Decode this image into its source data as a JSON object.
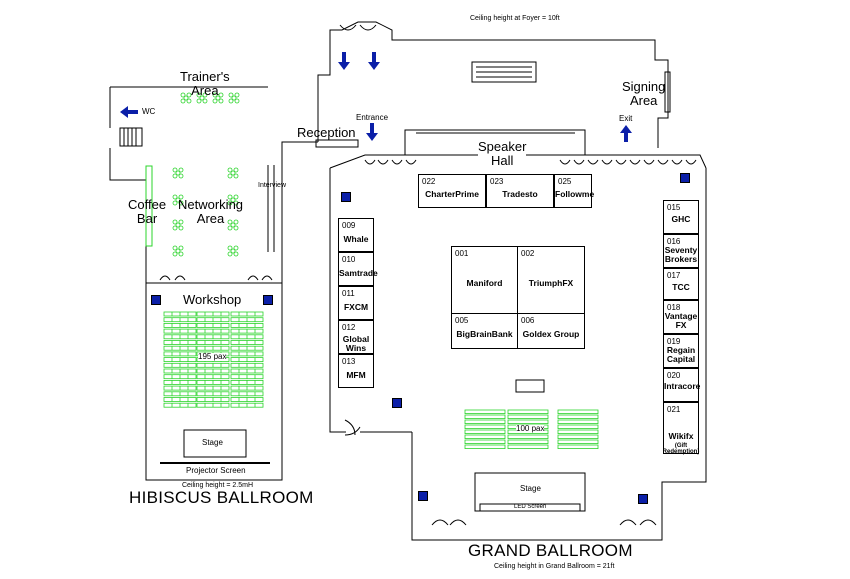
{
  "header": {
    "ceiling_foyer": "Ceiling height at Foyer = 10ft"
  },
  "labels": {
    "trainers_area": "Trainer's\nArea",
    "wc": "WC",
    "coffee_bar": "Coffee\nBar",
    "networking_area": "Networking\nArea",
    "interview": "Interview",
    "workshop": "Workshop",
    "workshop_pax": "195 pax",
    "stage": "Stage",
    "projector_screen": "Projector Screen",
    "ceiling_hibiscus": "Ceiling height = 2.5mH",
    "hibiscus_ballroom": "HIBISCUS BALLROOM",
    "reception": "Reception",
    "entrance": "Entrance",
    "exit": "Exit",
    "signing_area": "Signing\nArea",
    "speaker_hall": "Speaker\nHall",
    "hall_pax": "100 pax",
    "led_screen": "LED Screen",
    "grand_ballroom": "GRAND BALLROOM",
    "ceiling_grand": "Ceiling height in Grand Ballroom = 21ft"
  },
  "booths": {
    "top": [
      {
        "num": "022",
        "name": "CharterPrime"
      },
      {
        "num": "023",
        "name": "Tradesto"
      },
      {
        "num": "025",
        "name": "Followme"
      }
    ],
    "left": [
      {
        "num": "009",
        "name": "Whale"
      },
      {
        "num": "010",
        "name": "Samtrade"
      },
      {
        "num": "011",
        "name": "FXCM"
      },
      {
        "num": "012",
        "name": "Global Wins"
      },
      {
        "num": "013",
        "name": "MFM"
      }
    ],
    "center": [
      {
        "num": "001",
        "name": "Maniford"
      },
      {
        "num": "002",
        "name": "TriumphFX"
      },
      {
        "num": "005",
        "name": "BigBrainBank"
      },
      {
        "num": "006",
        "name": "Goldex Group"
      }
    ],
    "right": [
      {
        "num": "015",
        "name": "GHC"
      },
      {
        "num": "016",
        "name": "Seventy\nBrokers"
      },
      {
        "num": "017",
        "name": "TCC"
      },
      {
        "num": "018",
        "name": "Vantage\nFX"
      },
      {
        "num": "019",
        "name": "Regain\nCapital"
      },
      {
        "num": "020",
        "name": "Intracore"
      },
      {
        "num": "021",
        "name": "Wikifx",
        "note": "(Gift Redemption)"
      }
    ]
  },
  "colors": {
    "wall": "#000000",
    "seat": "#2bd42b",
    "marker": "#0b1fa8",
    "arrow": "#0b1fa8"
  }
}
